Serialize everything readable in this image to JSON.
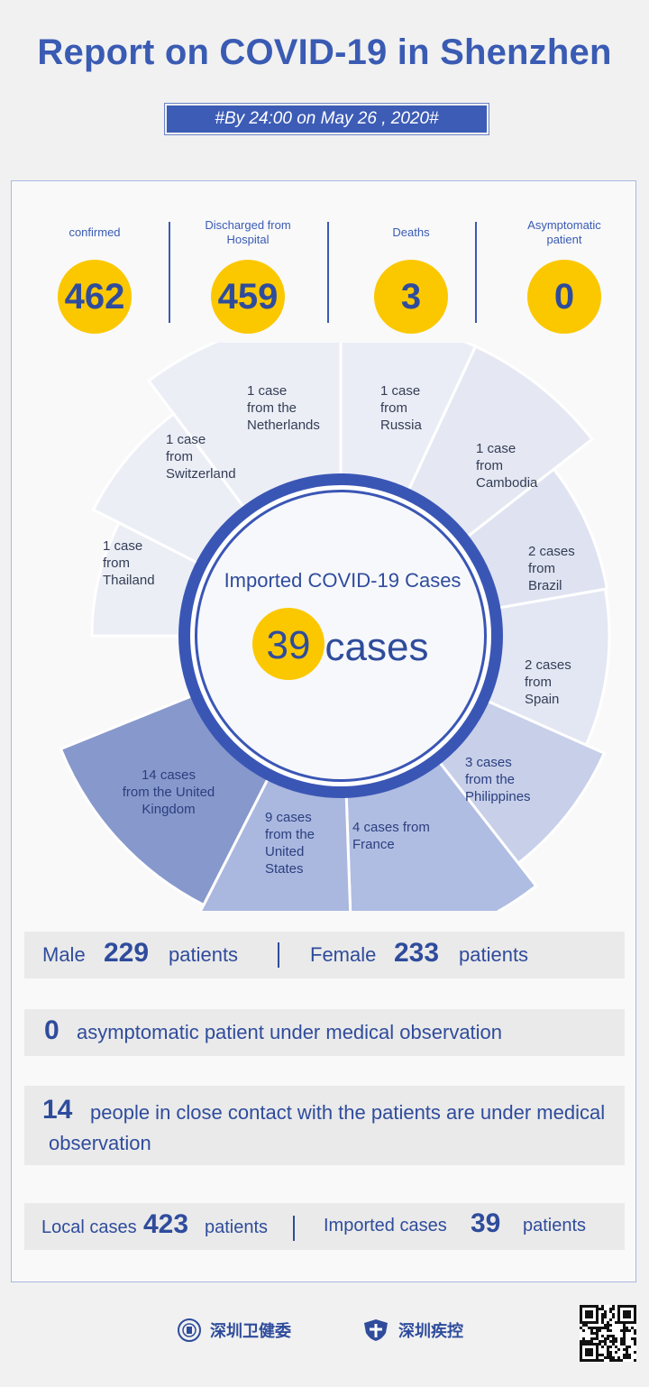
{
  "header": {
    "title": "Report on COVID-19 in Shenzhen",
    "date": "#By 24:00 on May 26 , 2020#"
  },
  "stats": [
    {
      "label": "confirmed",
      "value": "462"
    },
    {
      "label": "Discharged from Hospital",
      "value": "459"
    },
    {
      "label": "Deaths",
      "value": "3"
    },
    {
      "label": "Asymptomatic patient",
      "value": "0"
    }
  ],
  "center": {
    "title": "Imported COVID-19 Cases",
    "count": "39",
    "unit": "cases"
  },
  "chart_data": {
    "type": "pie",
    "categories": [
      "the Netherlands",
      "Russia",
      "Cambodia",
      "Brazil",
      "Spain",
      "the Philippines",
      "France",
      "the United States",
      "the United Kingdom",
      "Thailand",
      "Switzerland"
    ],
    "values": [
      1,
      1,
      1,
      2,
      2,
      3,
      4,
      9,
      14,
      1,
      1
    ],
    "labels": [
      [
        "1 case",
        "from the",
        "Netherlands"
      ],
      [
        "1 case",
        "from",
        "Russia"
      ],
      [
        "1 case",
        "from",
        "Cambodia"
      ],
      [
        "2 cases",
        "from",
        "Brazil"
      ],
      [
        "2 cases",
        "from",
        "Spain"
      ],
      [
        "3 cases",
        "from the",
        "Philippines"
      ],
      [
        "4 cases from",
        "France"
      ],
      [
        "9 cases",
        "from the",
        "United",
        "States"
      ],
      [
        "14 cases",
        "from the United",
        "Kingdom"
      ],
      [
        "1 case",
        "from",
        "Thailand"
      ],
      [
        "1 case",
        "from",
        "Switzerland"
      ]
    ],
    "colors": [
      "#eceef6",
      "#ebedf6",
      "#e5e8f3",
      "#dfe3f1",
      "#e3e7f3",
      "#c7cfe9",
      "#b0bde2",
      "#aab7df",
      "#8798cc",
      "#eceef6",
      "#eceef6"
    ],
    "ring_color": "#3a56b5"
  },
  "gender": {
    "male_label": "Male",
    "male_value": "229",
    "male_unit": "patients",
    "female_label": "Female",
    "female_value": "233",
    "female_unit": "patients"
  },
  "asymptomatic": {
    "value": "0",
    "text": "asymptomatic patient under medical observation"
  },
  "contacts": {
    "value": "14",
    "text1": "people in close contact with the patients are under medical",
    "text2": "observation"
  },
  "origin": {
    "local_label": "Local cases",
    "local_value": "423",
    "local_unit": "patients",
    "imported_label": "Imported cases",
    "imported_value": "39",
    "imported_unit": "patients"
  },
  "footer": {
    "logo1": "深圳卫健委",
    "logo2": "深圳疾控"
  }
}
